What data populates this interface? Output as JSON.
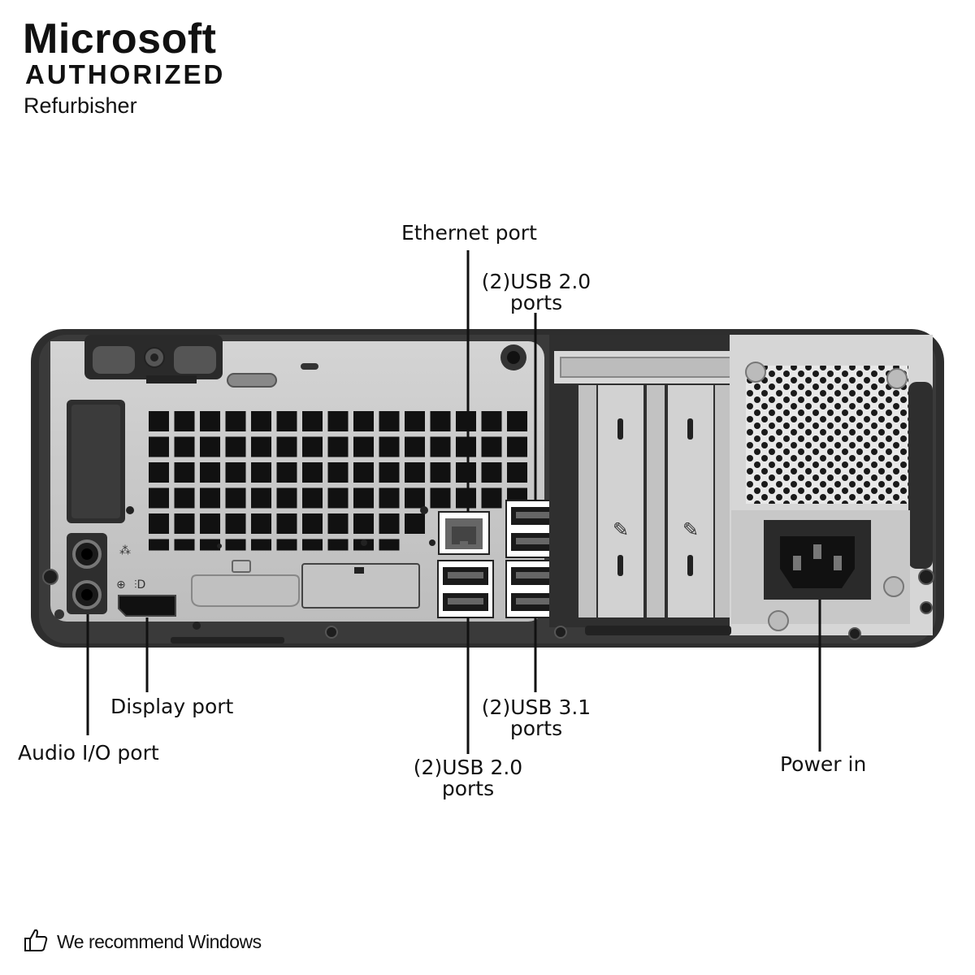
{
  "brand": {
    "company": "Microsoft",
    "status": "AUTHORIZED",
    "role": "Refurbisher"
  },
  "labels": {
    "ethernet": "Ethernet port",
    "usb20_top_line1": "(2)USB 2.0",
    "usb20_top_line2": "ports",
    "display": "Display port",
    "audio": "Audio I/O port",
    "usb31_line1": "(2)USB 3.1",
    "usb31_line2": "ports",
    "usb20_bottom_line1": "(2)USB 2.0",
    "usb20_bottom_line2": "ports",
    "power": "Power in"
  },
  "footer": {
    "text": "We recommend Windows",
    "icon": "thumbs-up-icon"
  },
  "colors": {
    "case_frame": "#2e2e2e",
    "panel": "#c8c8c8",
    "panel_light": "#dcdcdc",
    "vent_holes": "#111111",
    "callout_box": "#ffffff"
  }
}
